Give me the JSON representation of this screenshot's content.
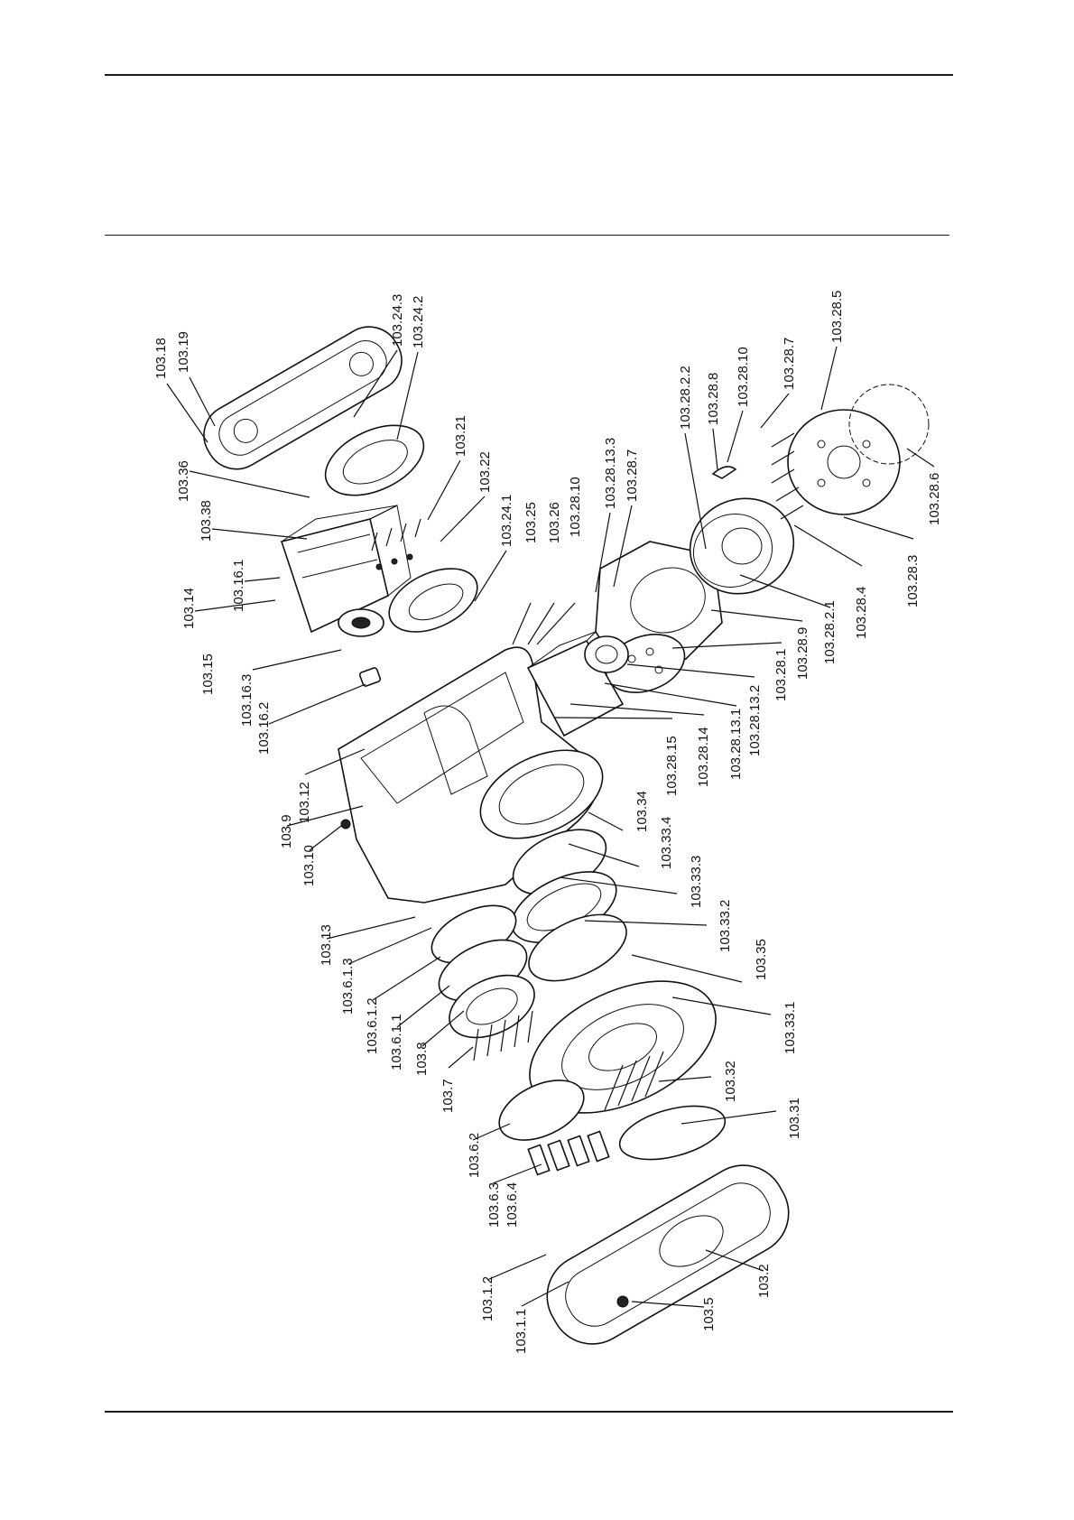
{
  "labels": [
    {
      "text": "103.18"
    },
    {
      "text": "103.19"
    },
    {
      "text": "103.24.3"
    },
    {
      "text": "103.24.2"
    },
    {
      "text": "103.36"
    },
    {
      "text": "103.38"
    },
    {
      "text": "103.21"
    },
    {
      "text": "103.22"
    },
    {
      "text": "103.16.1"
    },
    {
      "text": "103.14"
    },
    {
      "text": "103.15"
    },
    {
      "text": "103.16.3"
    },
    {
      "text": "103.16.2"
    },
    {
      "text": "103.24.1"
    },
    {
      "text": "103.25"
    },
    {
      "text": "103.26"
    },
    {
      "text": "103.28.10"
    },
    {
      "text": "103.28.13.3"
    },
    {
      "text": "103.28.7"
    },
    {
      "text": "103.28.2.2"
    },
    {
      "text": "103.28.8"
    },
    {
      "text": "103.28.10"
    },
    {
      "text": "103.28.7"
    },
    {
      "text": "103.28.5"
    },
    {
      "text": "103.28.6"
    },
    {
      "text": "103.28.3"
    },
    {
      "text": "103.28.4"
    },
    {
      "text": "103.28.2.1"
    },
    {
      "text": "103.28.9"
    },
    {
      "text": "103.28.1"
    },
    {
      "text": "103.28.13.2"
    },
    {
      "text": "103.28.13.1"
    },
    {
      "text": "103.28.14"
    },
    {
      "text": "103.28.15"
    },
    {
      "text": "103.12"
    },
    {
      "text": "103.9"
    },
    {
      "text": "103.10"
    },
    {
      "text": "103.34"
    },
    {
      "text": "103.33.4"
    },
    {
      "text": "103.33.3"
    },
    {
      "text": "103.33.2"
    },
    {
      "text": "103.13"
    },
    {
      "text": "103.6.1.3"
    },
    {
      "text": "103.6.1.2"
    },
    {
      "text": "103.6.1.1"
    },
    {
      "text": "103.8"
    },
    {
      "text": "103.7"
    },
    {
      "text": "103.35"
    },
    {
      "text": "103.33.1"
    },
    {
      "text": "103.32"
    },
    {
      "text": "103.31"
    },
    {
      "text": "103.6.2"
    },
    {
      "text": "103.6.3"
    },
    {
      "text": "103.6.4"
    },
    {
      "text": "103.1.2"
    },
    {
      "text": "103.1.1"
    },
    {
      "text": "103.5"
    },
    {
      "text": "103.2"
    }
  ]
}
